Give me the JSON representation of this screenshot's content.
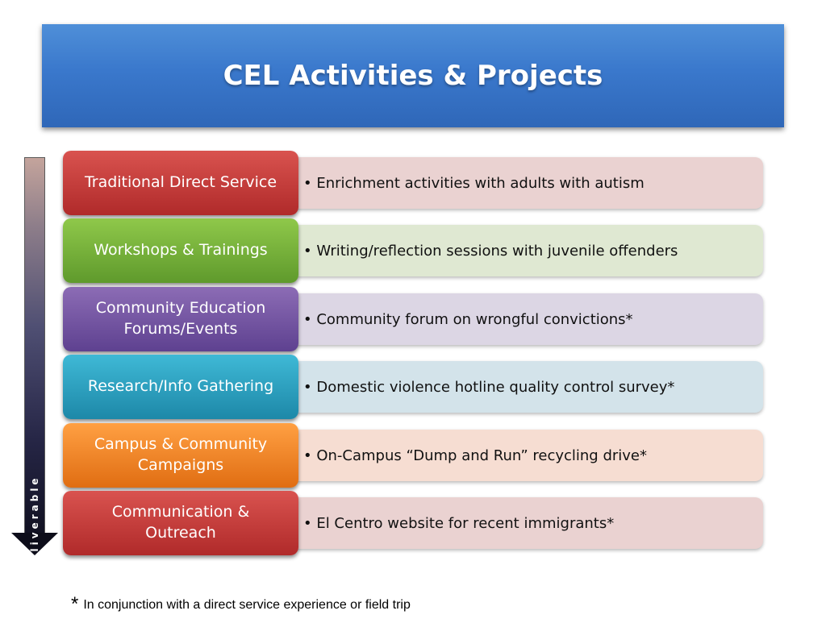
{
  "title": "CEL Activities & Projects",
  "arrow": {
    "label": "Deliverable"
  },
  "rows": [
    {
      "category": "Traditional Direct Service",
      "detail": "• Enrichment activities with adults with autism",
      "color_start": "#d9534f",
      "color_end": "#b02a2a",
      "detail_bg": "#ead2d1"
    },
    {
      "category": "Workshops & Trainings",
      "detail": "• Writing/reflection sessions with juvenile offenders",
      "color_start": "#8fc84a",
      "color_end": "#5f9a2c",
      "detail_bg": "#dfe8d2"
    },
    {
      "category": "Community Education\nForums/Events",
      "detail": "• Community forum on wrongful convictions*",
      "color_start": "#8c6cb5",
      "color_end": "#5e4190",
      "detail_bg": "#dcd6e4"
    },
    {
      "category": "Research/Info Gathering",
      "detail": "• Domestic violence hotline quality control survey*",
      "color_start": "#3fb9d6",
      "color_end": "#1d88a8",
      "detail_bg": "#d3e3ea"
    },
    {
      "category": "Campus & Community\nCampaigns",
      "detail": "• On-Campus “Dump and Run” recycling drive*",
      "color_start": "#ffa043",
      "color_end": "#e06d12",
      "detail_bg": "#f6ddd2"
    },
    {
      "category": "Communication &\nOutreach",
      "detail": "• El Centro website for recent immigrants*",
      "color_start": "#d9534f",
      "color_end": "#b02a2a",
      "detail_bg": "#ead2d1"
    }
  ],
  "footnote": {
    "star": "*",
    "text": "In conjunction with a direct service experience or field trip"
  }
}
